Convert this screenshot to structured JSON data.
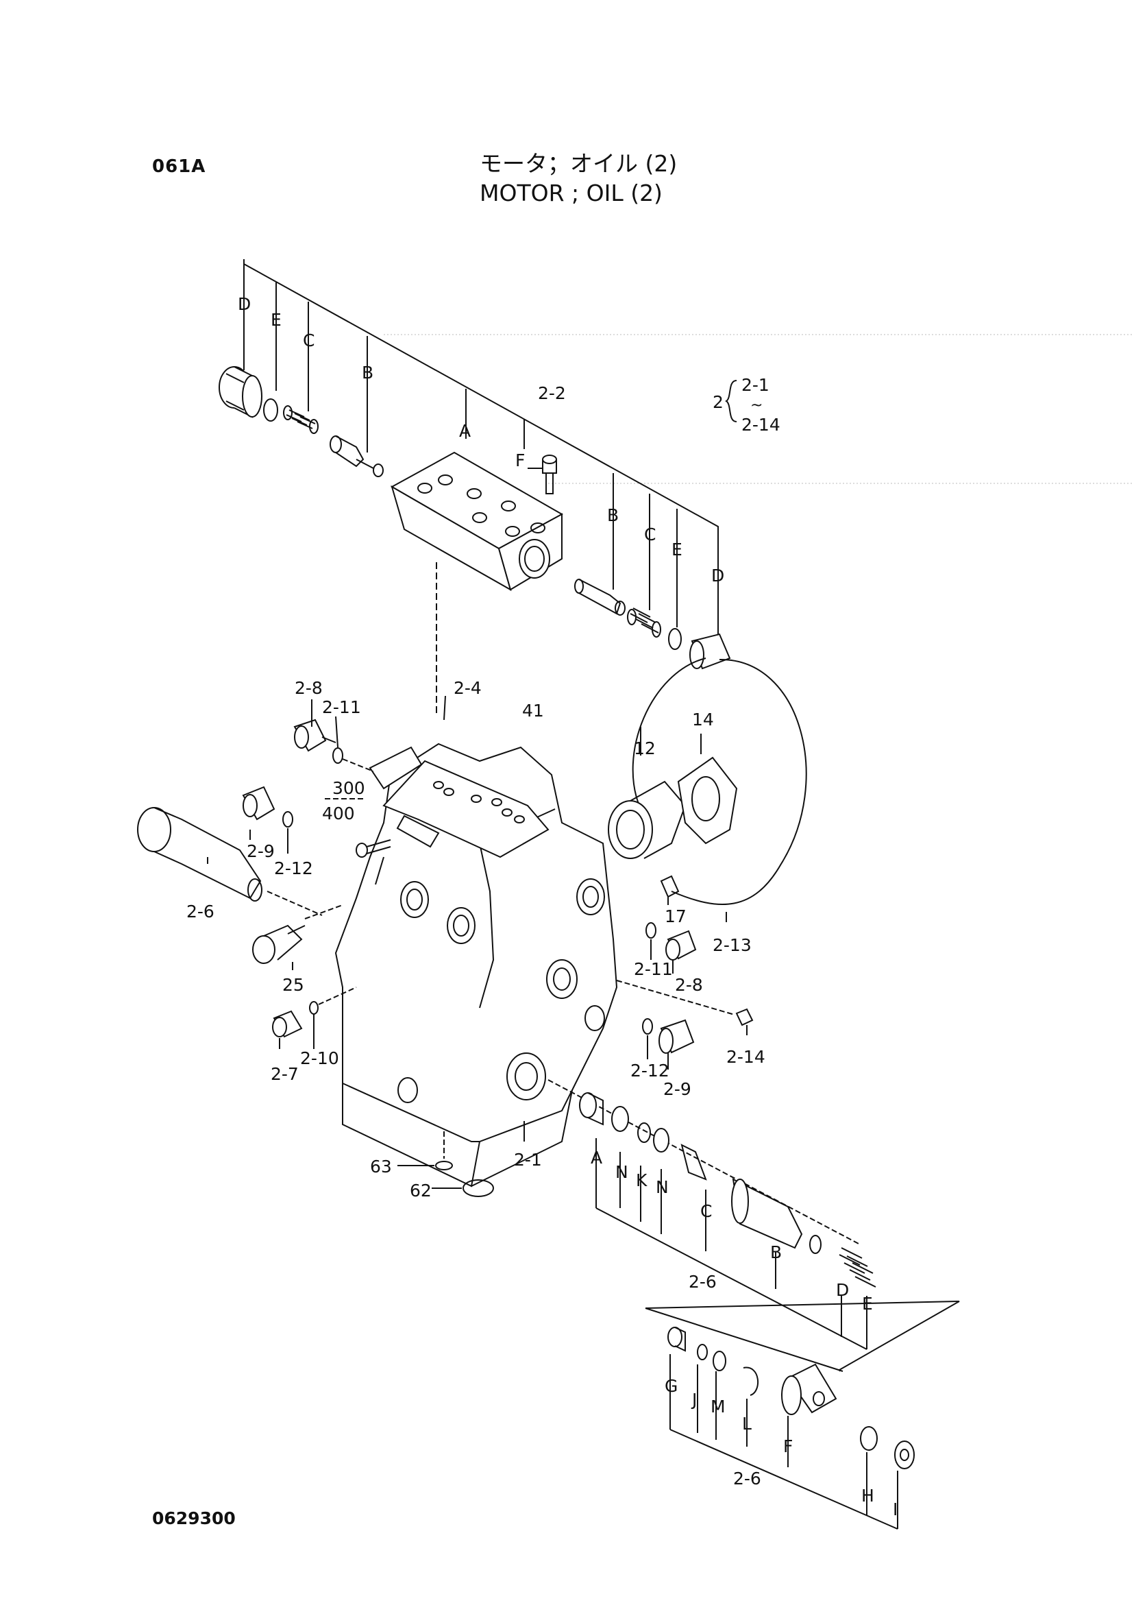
{
  "header": {
    "page_code": "061A",
    "title_jp": "モータ；オイル (2)",
    "title_en": "MOTOR ; OIL (2)"
  },
  "footer": {
    "drawing_number": "0629300"
  },
  "bracket_note": {
    "parent": "2",
    "from": "2-1",
    "tilde": "~",
    "to": "2-14"
  },
  "part_labels": {
    "top_valve": {
      "d1": "D",
      "e1": "E",
      "c1": "C",
      "b1": "B",
      "a": "A",
      "f": "F",
      "b2": "B",
      "c2": "C",
      "e2": "E",
      "d2": "D",
      "assy": "2-2"
    },
    "upper_right": {
      "p41": "41",
      "p12": "12",
      "p14": "14",
      "p17": "17",
      "p2_13": "2-13",
      "p2_4": "2-4"
    },
    "left_side": {
      "p2_8": "2-8",
      "p2_11": "2-11",
      "p300": "300",
      "p400": "400",
      "p2_9": "2-9",
      "p2_12": "2-12",
      "p2_6": "2-6",
      "p25": "25",
      "p2_7": "2-7",
      "p2_10": "2-10"
    },
    "right_side": {
      "p2_11": "2-11",
      "p2_8": "2-8",
      "p2_14": "2-14",
      "p2_12": "2-12",
      "p2_9": "2-9"
    },
    "bottom_body": {
      "p2_1": "2-1",
      "p63": "63",
      "p62": "62"
    },
    "lower_valve": {
      "a": "A",
      "n1": "N",
      "k": "K",
      "n2": "N",
      "c": "C",
      "b": "B",
      "d": "D",
      "e": "E",
      "assy": "2-6"
    },
    "bottom_group": {
      "g": "G",
      "j": "J",
      "m": "M",
      "l": "L",
      "f": "F",
      "h": "H",
      "i": "I",
      "assy": "2-6"
    }
  }
}
